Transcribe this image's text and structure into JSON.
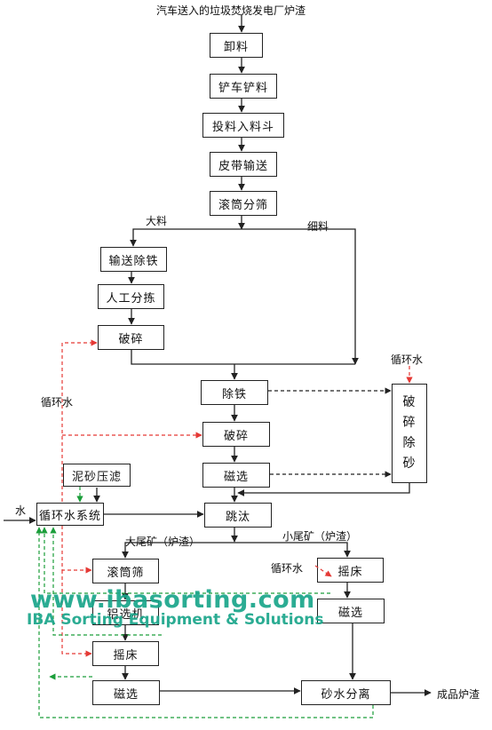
{
  "source_label": "汽车送入的垃圾焚烧发电厂炉渣",
  "boxes": {
    "unload": "卸料",
    "shovel": "铲车铲料",
    "hopper": "投料入料斗",
    "belt": "皮带输送",
    "trommel1": "滚筒分筛",
    "convey_iron": "输送除铁",
    "manual": "人工分拣",
    "crush1": "破碎",
    "iron_removal": "除铁",
    "crush2": "破碎",
    "mag1": "磁选",
    "crush_sand_chars": [
      "破",
      "碎",
      "除",
      "砂"
    ],
    "sludge": "泥砂压滤",
    "water_system": "循环水系统",
    "jig": "跳汰",
    "trommel2": "滚筒筛",
    "aluminum": "铝选机",
    "shaker1": "摇床",
    "mag2": "磁选",
    "shaker2": "摇床",
    "mag3": "磁选",
    "separation": "砂水分离"
  },
  "labels": {
    "coarse": "大料",
    "fine": "细料",
    "recycle_water_top": "循环水",
    "recycle_water_left": "循环水",
    "water_in": "水",
    "large_tail": "大尾矿（炉渣）",
    "small_tail": "小尾矿（炉渣）",
    "recycle_water_mid": "循环水",
    "product": "成品炉渣"
  },
  "watermark": {
    "line1": "www.ibasorting.com",
    "line2": "IBA Sorting Equipment & Solutions"
  },
  "colors": {
    "black": "#222222",
    "red_dashed": "#e53935",
    "green_dashed": "#1b9e3a",
    "watermark": "#1aa58a"
  }
}
